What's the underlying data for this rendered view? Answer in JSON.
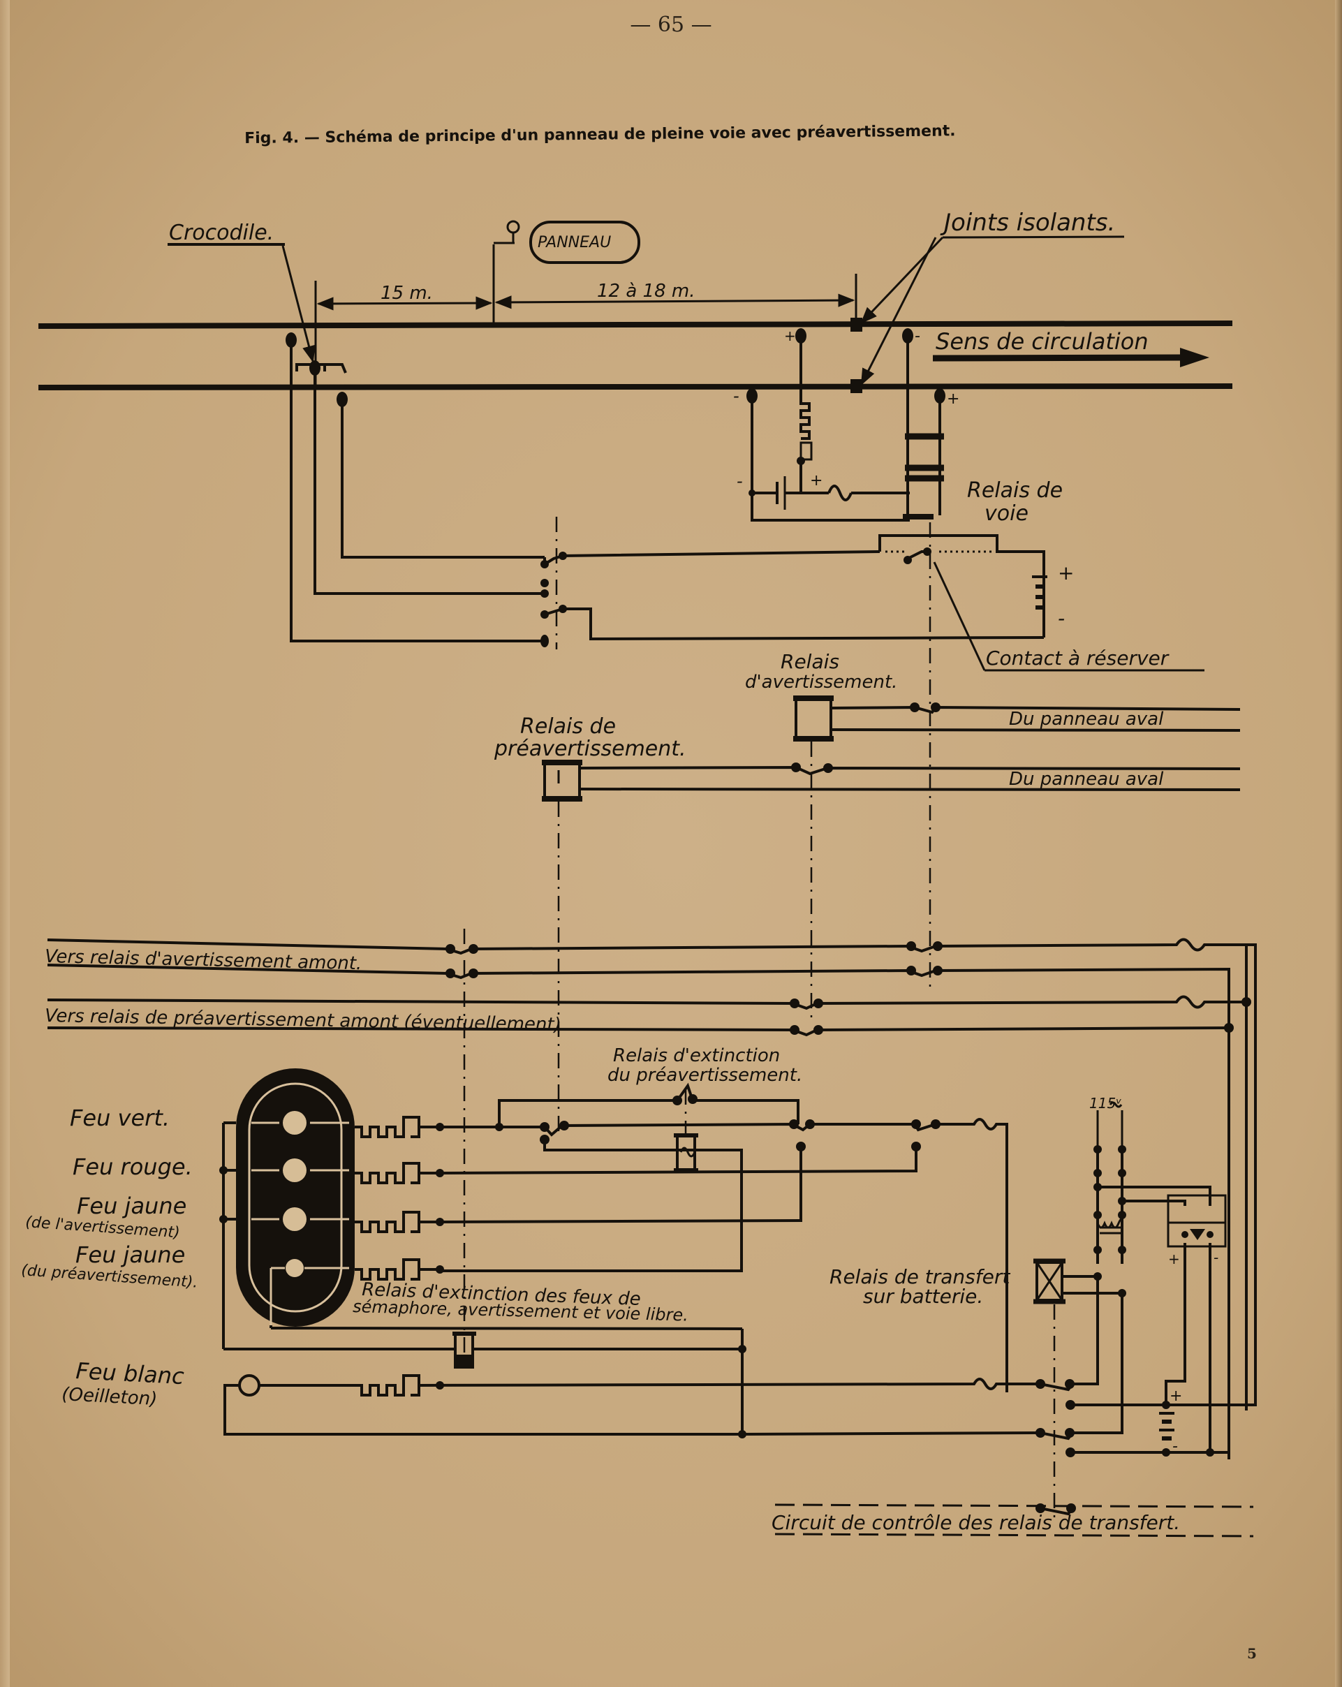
{
  "page": {
    "page_number_top": "— 65 —",
    "signature_mark": "5",
    "paper_color": "#c8aa80",
    "ink_color": "#15110c"
  },
  "figure": {
    "caption": "Fig. 4. — Schéma de principe d'un panneau de pleine voie avec préavertissement."
  },
  "track": {
    "crocodile_label": "Crocodile.",
    "panneau_label": "PANNEAU",
    "distance_1": "15 m.",
    "distance_2": "12 à 18 m.",
    "joints_label": "Joints isolants.",
    "direction_label": "Sens de circulation",
    "relais_voie_line1": "Relais de",
    "relais_voie_line2": "voie",
    "contact_label": "Contact à réserver",
    "plus": "+",
    "minus": "-"
  },
  "relays": {
    "avertissement_line1": "Relais",
    "avertissement_line2": "d'avertissement.",
    "preavertissement_line1": "Relais de",
    "preavertissement_line2": "préavertissement.",
    "du_panneau_aval_1": "Du panneau aval",
    "du_panneau_aval_2": "Du panneau aval",
    "vers_avertissement_amont": "Vers relais d'avertissement amont.",
    "vers_preavertissement_amont": "Vers relais de préavertissement amont (éventuellement)",
    "extinction_preav_line1": "Relais d'extinction",
    "extinction_preav_line2": "du préavertissement.",
    "extinction_feux_line1": "Relais  d'extinction des feux de",
    "extinction_feux_line2": "sémaphore, avertissement et voie libre.",
    "transfert_line1": "Relais de transfert",
    "transfert_line2": "sur batterie.",
    "voltage": "115ᵛ",
    "controle_label": "Circuit de contrôle des relais de transfert."
  },
  "signal": {
    "lamps": [
      {
        "label": "Feu vert.",
        "sub": ""
      },
      {
        "label": "Feu rouge.",
        "sub": ""
      },
      {
        "label": "Feu jaune",
        "sub": "(de l'avertissement)"
      },
      {
        "label": "Feu jaune",
        "sub": "(du préavertissement)."
      }
    ],
    "white_light_label": "Feu blanc",
    "white_light_sub": "(Oeilleton)"
  }
}
